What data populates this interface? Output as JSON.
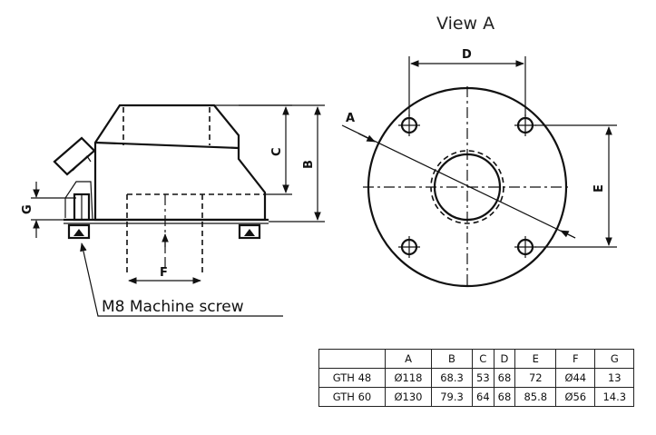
{
  "view_title": "View A",
  "screw_note": "M8 Machine screw",
  "labels": {
    "a": "A",
    "b": "B",
    "c": "C",
    "d": "D",
    "e": "E",
    "f": "F",
    "g": "G"
  },
  "table": {
    "headers": [
      "",
      "A",
      "B",
      "C",
      "D",
      "E",
      "F",
      "G"
    ],
    "rows": [
      [
        "GTH 48",
        "Ø118",
        "68.3",
        "53",
        "68",
        "72",
        "Ø44",
        "13"
      ],
      [
        "GTH 60",
        "Ø130",
        "79.3",
        "64",
        "68",
        "85.8",
        "Ø56",
        "14.3"
      ]
    ]
  }
}
